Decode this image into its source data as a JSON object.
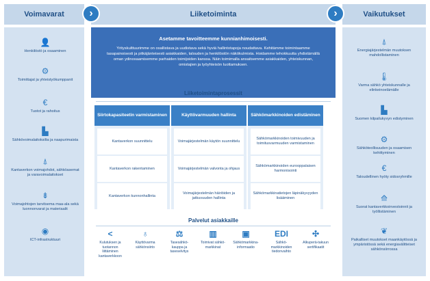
{
  "headers": {
    "resources": "Voimavarat",
    "business": "Liiketoiminta",
    "impacts": "Vaikutukset"
  },
  "resources": [
    {
      "icon": "person-icon",
      "glyph": "👤",
      "label": "Henkilöstö ja osaaminen"
    },
    {
      "icon": "partners-icon",
      "glyph": "⚙",
      "label": "Toimittajat ja yhteistyökumppanit"
    },
    {
      "icon": "euro-icon",
      "glyph": "€",
      "label": "Tuotot ja rahoitus"
    },
    {
      "icon": "factory-icon",
      "glyph": "▙",
      "label": "Sähkövoimalaitoksilta ja naapurimaista"
    },
    {
      "icon": "pylon-icon",
      "glyph": "⍋",
      "label": "Kantaverkon voimajohdot, sähköasemat ja varavoimalaitokset"
    },
    {
      "icon": "land-icon",
      "glyph": "⇟",
      "label": "Voimajohtojen tarvitsema maa-ala sekä luonnonvarat ja materiaalit"
    },
    {
      "icon": "ict-icon",
      "glyph": "◉",
      "label": "ICT-infrastruktuuri"
    }
  ],
  "vision": {
    "title": "Asetamme tavoitteemme kunnianhimoisesti.",
    "body": "Yrityskulttuurimme on osallistava ja uudistava sekä hyviä hallintotapoja noudattava. Kehitämme toimintaamme tasapainoisesti ja pitkäjänteisesti asiakkaiden, talouden ja henkilöstön näkökulmista. Hoidamme tehokkuutta yhdistämällä oman ydinosaamisemme parhaiden toimijoiden kanssa. Näin toimimalla ansaitsemme asiakkaiden, yhteiskunnan, omistajien ja työyhteisön luottamuksen."
  },
  "process_title": "Liiketoimintaprosessit",
  "processes": [
    {
      "title": "Siirtokapasiteetin varmistaminen",
      "items": [
        "Kantaverkon suunnittelu",
        "Kantaverkon rakentaminen",
        "Kantaverkon kunnonhallinta"
      ]
    },
    {
      "title": "Käyttövarmuuden hallinta",
      "items": [
        "Voimajärjestelmän käytön suunnittelu",
        "Voimajärjestelmän valvonta ja ohjaus",
        "Voimajärjestelmän häiriöiden ja jatkuvuuden hallinta"
      ]
    },
    {
      "title": "Sähkömarkkinoiden edistäminen",
      "items": [
        "Sähkömarkkinoiden toimivuuden ja toimitusvarmuuden varmistaminen",
        "Sähkömarkkinoiden eurooppalaisen harmonisointi",
        "Sähkömarkkinatietojen läpinäkyvyyden lisääminen"
      ]
    }
  ],
  "services_title": "Palvelut asiakkaille",
  "services": [
    {
      "icon": "connect-icon",
      "glyph": "<",
      "label": "Kulutuksen ja tuotannon liittäminen kantaverkkoon"
    },
    {
      "icon": "bulb-icon",
      "glyph": "♁",
      "label": "Käyttövarma sähkönsiirto"
    },
    {
      "icon": "balance-icon",
      "glyph": "⚖",
      "label": "Tasesähkö-kauppa ja taseselvitys"
    },
    {
      "icon": "market-chart-icon",
      "glyph": "▥",
      "label": "Toimivat sähkö-markkinat"
    },
    {
      "icon": "screen-icon",
      "glyph": "▣",
      "label": "Sähkömarkkina-informaatio"
    },
    {
      "icon": "edi-icon",
      "glyph": "EDI",
      "label": "Sähkö-markkinoiden tiedonvaihto"
    },
    {
      "icon": "wind-icon",
      "glyph": "✣",
      "label": "Alkuperä-takuun sertifikaatit"
    }
  ],
  "impacts": [
    {
      "icon": "pylon-icon",
      "glyph": "⍋",
      "label": "Energiajärjestelmän muutoksen mahdollistaminen"
    },
    {
      "icon": "thermometer-icon",
      "glyph": "🌡",
      "label": "Varma sähkö yhteiskunnalle ja elinkeinoelämälle"
    },
    {
      "icon": "factory-icon",
      "glyph": "▙",
      "label": "Suomen kilpailukyvyn edistyminen"
    },
    {
      "icon": "gear-icon",
      "glyph": "⚙",
      "label": "Sähköteollisuuden ja osaamisen kehittyminen"
    },
    {
      "icon": "euro-icon",
      "glyph": "€",
      "label": "Taloudellinen hyöty sidosryhmille"
    },
    {
      "icon": "growth-icon",
      "glyph": "⟰",
      "label": "Suorat kantaverkkoinvestoinnit ja työllistäminen"
    },
    {
      "icon": "leaf-icon",
      "glyph": "❦",
      "label": "Paikalliset muutokset maankäytössä ja ympäristössä sekä energiavälitteiset sähkönsiirrossa"
    }
  ]
}
